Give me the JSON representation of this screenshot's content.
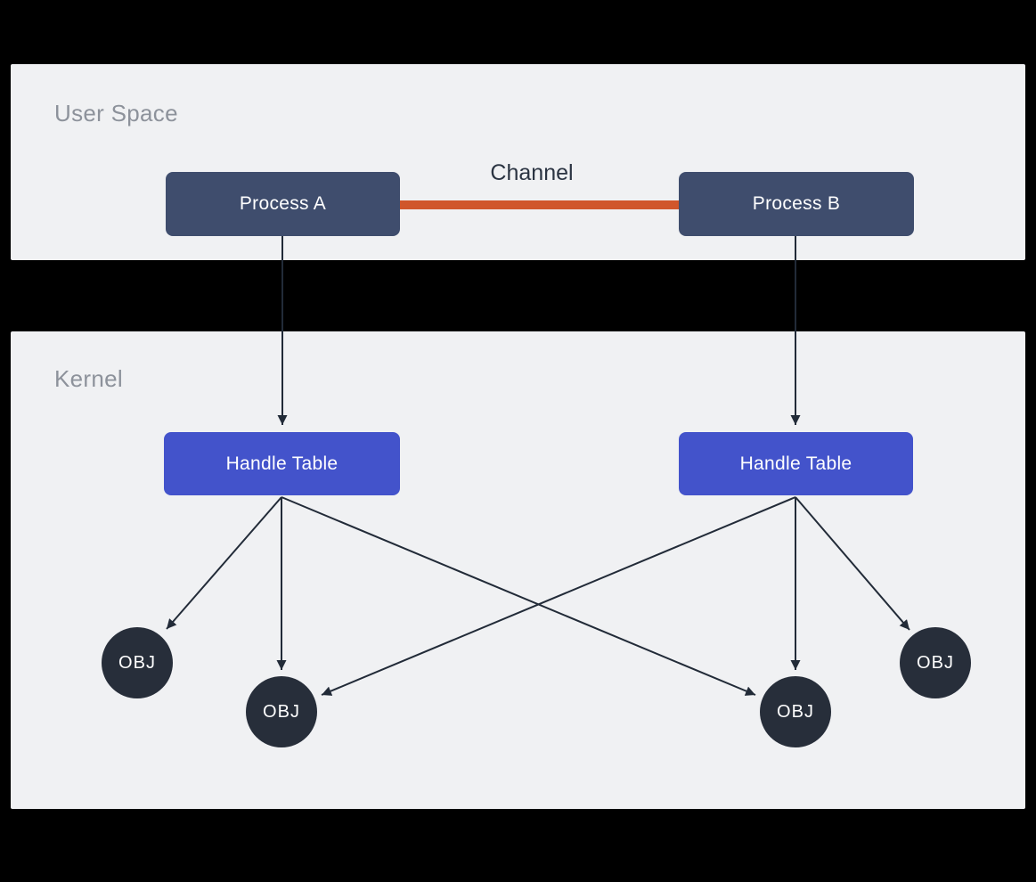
{
  "diagram": {
    "user_space": {
      "label": "User Space",
      "process_a_label": "Process A",
      "process_b_label": "Process B",
      "channel_label": "Channel"
    },
    "kernel": {
      "label": "Kernel",
      "handle_table_a_label": "Handle Table",
      "handle_table_b_label": "Handle Table",
      "objects": [
        "OBJ",
        "OBJ",
        "OBJ",
        "OBJ"
      ]
    },
    "colors": {
      "background": "#000000",
      "panel": "#f0f1f3",
      "process_box": "#3f4d6d",
      "handle_table_box": "#4353cb",
      "channel_line": "#d0562b",
      "object_circle": "#272e3a",
      "arrow": "#222b38",
      "section_label_text": "#8d929b",
      "channel_label_text": "#2b3442",
      "node_text": "#ffffff"
    }
  }
}
